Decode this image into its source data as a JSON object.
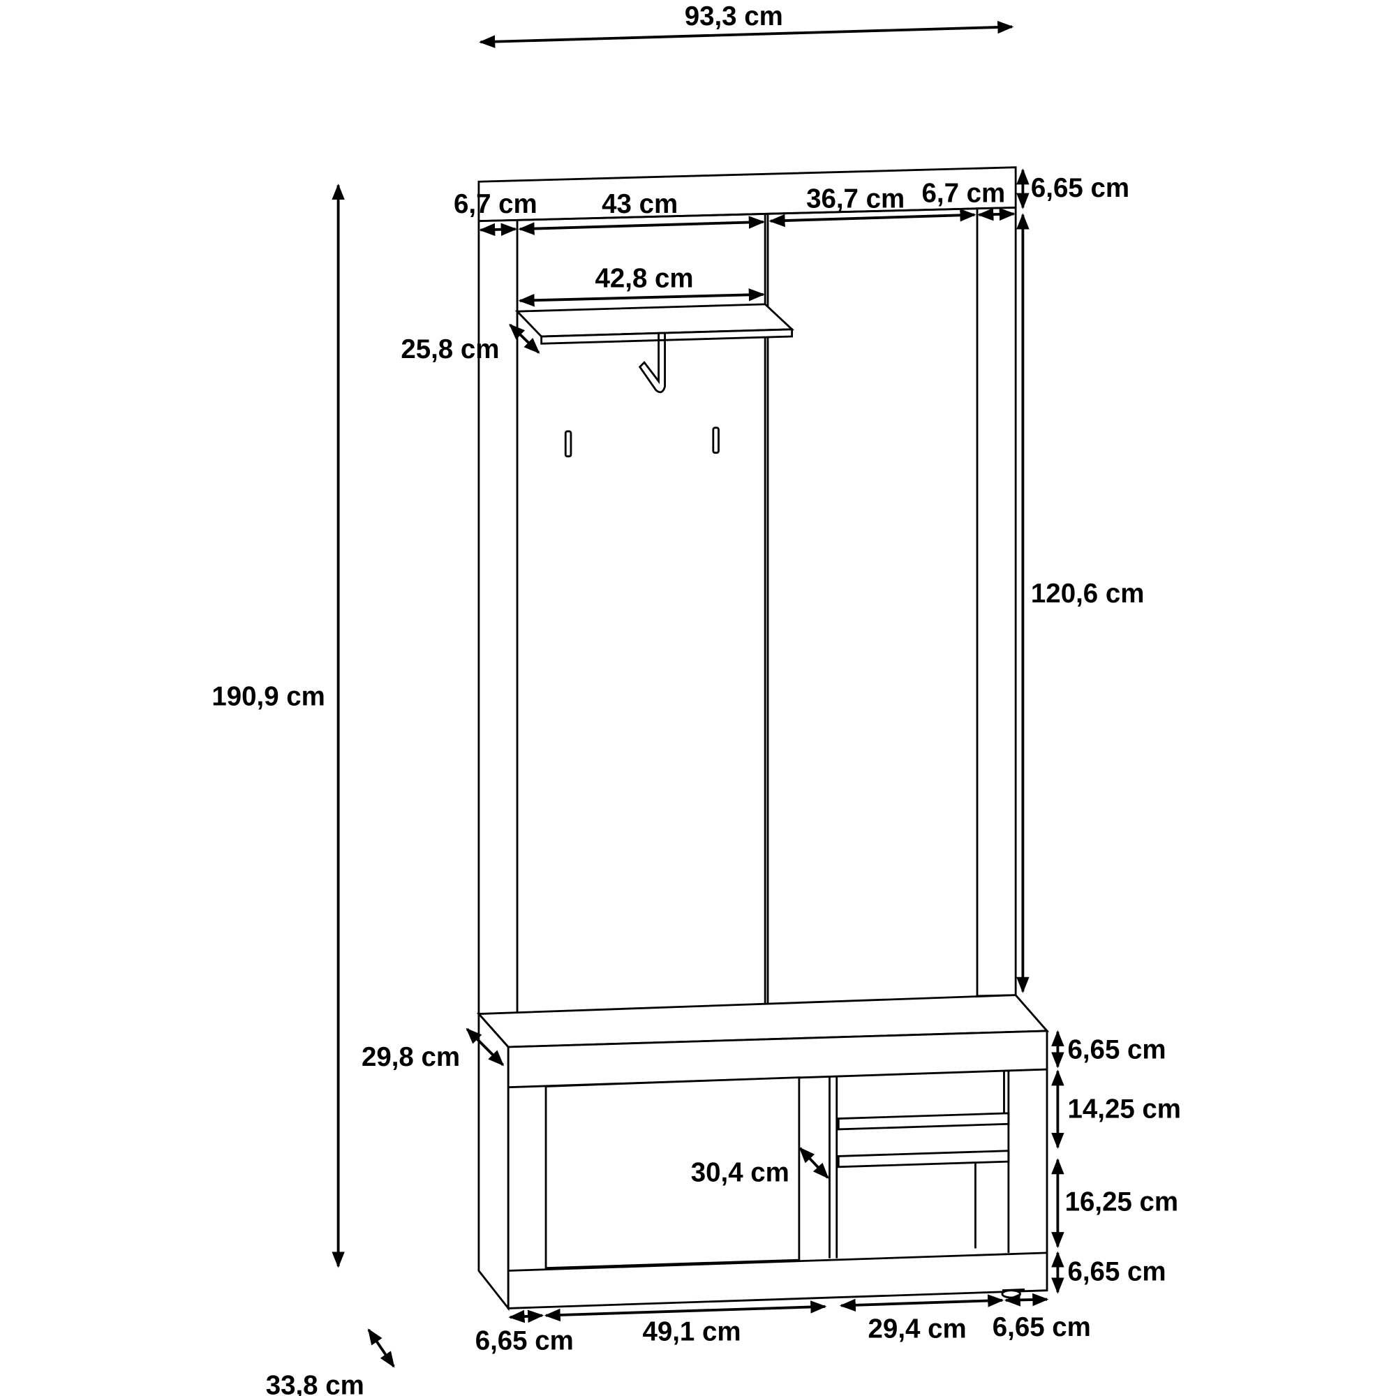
{
  "title": "Hallway wardrobe dimension drawing",
  "dimensions": {
    "total_width": "93,3 cm",
    "total_height": "190,9 cm",
    "depth": "33,8 cm",
    "top_cap_height": "6,65 cm",
    "left_post_width": "6,7 cm",
    "left_bay_width": "43 cm",
    "right_bay_width": "36,7 cm",
    "right_post_width": "6,7 cm",
    "shelf_width": "42,8 cm",
    "shelf_depth": "25,8 cm",
    "back_panel_height": "120,6 cm",
    "bench_depth": "29,8 cm",
    "bench_top_height": "6,65 cm",
    "upper_compartment_height": "14,25 cm",
    "lower_compartment_height": "16,25 cm",
    "bench_bottom_height": "6,65 cm",
    "inner_depth": "30,4 cm",
    "bench_left_side": "6,65 cm",
    "left_opening_width": "49,1 cm",
    "right_opening_width": "29,4 cm",
    "bench_right_side": "6,65 cm"
  },
  "colors": {
    "line": "#000000",
    "background": "#ffffff"
  }
}
